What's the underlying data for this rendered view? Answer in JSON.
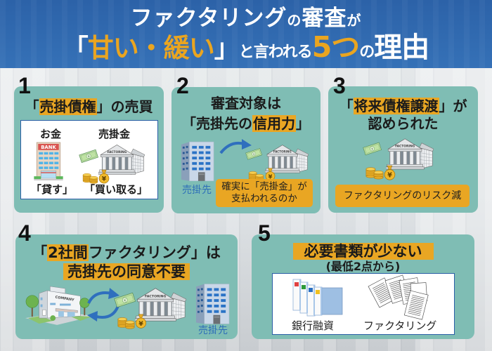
{
  "header": {
    "line1": {
      "a": "ファクタリング",
      "b": "の",
      "c": "審査",
      "d": "が"
    },
    "line2": {
      "open": "「",
      "accent": "甘い・緩い",
      "close": "」",
      "mid": "と言われる",
      "count": "5つ",
      "of": "の",
      "end": "理由"
    }
  },
  "icons": {
    "factoring_sign": "FACTORING",
    "bank_sign": "BANK",
    "company_sign": "COMPANY",
    "yen": "¥"
  },
  "colors": {
    "header_blue": "#2f68ae",
    "accent_orange": "#e9a623",
    "card_teal": "#7fbdb4",
    "label_blue": "#2e6fb8"
  },
  "cards": [
    {
      "number": "1",
      "title": {
        "open": "「",
        "highlight": "売掛債権",
        "rest": "」の売買"
      },
      "left_label": "お金",
      "right_label": "売掛金",
      "left_caption": "「貸す」",
      "right_caption": "「買い取る」"
    },
    {
      "number": "2",
      "line1": "審査対象は",
      "line2": {
        "pre": "「売掛先の",
        "highlight": "信用力",
        "post": "」"
      },
      "party_label": "売掛先",
      "note_line1": "確実に「売掛金」が",
      "note_line2": "支払われるのか"
    },
    {
      "number": "3",
      "line1": {
        "open": "「",
        "highlight": "将来債権譲渡",
        "post": "」が"
      },
      "line2": "認められた",
      "note": "ファクタリングのリスク減"
    },
    {
      "number": "4",
      "line1": {
        "open": "「",
        "highlight": "2社間",
        "post": "ファクタリング」は"
      },
      "line2": "売掛先の同意不要",
      "party_label": "売掛先"
    },
    {
      "number": "5",
      "line1": "必要書類が少ない",
      "line2": "(最低2点から)",
      "left_caption": "銀行融資",
      "right_caption": "ファクタリング"
    }
  ]
}
